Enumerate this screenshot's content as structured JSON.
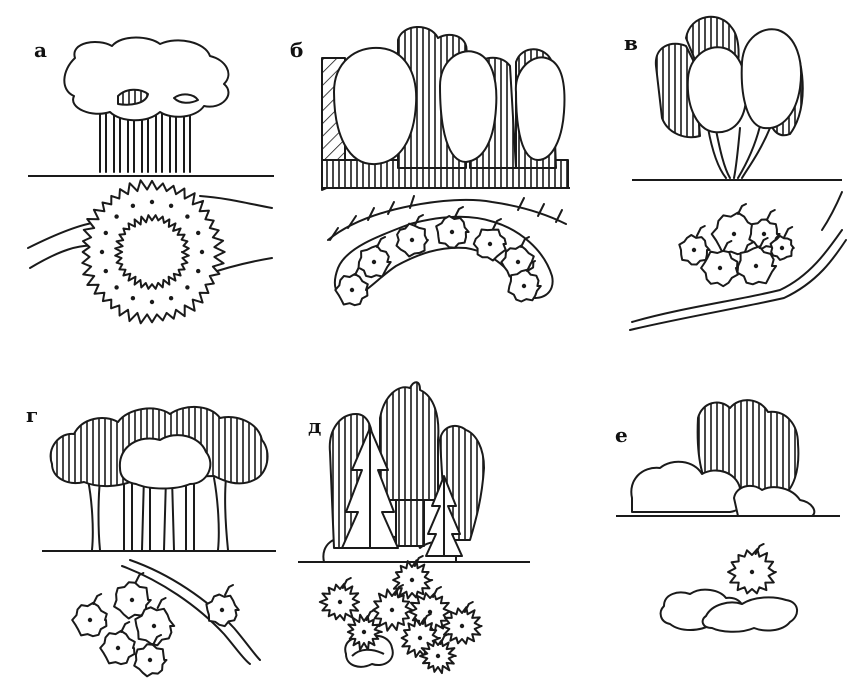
{
  "panels": [
    {
      "id": "a",
      "label": "а"
    },
    {
      "id": "b",
      "label": "б"
    },
    {
      "id": "v",
      "label": "в"
    },
    {
      "id": "g",
      "label": "г"
    },
    {
      "id": "d",
      "label": "д"
    },
    {
      "id": "e",
      "label": "е"
    }
  ],
  "style": {
    "ink": "#1a1a1a",
    "background": "#ffffff"
  }
}
